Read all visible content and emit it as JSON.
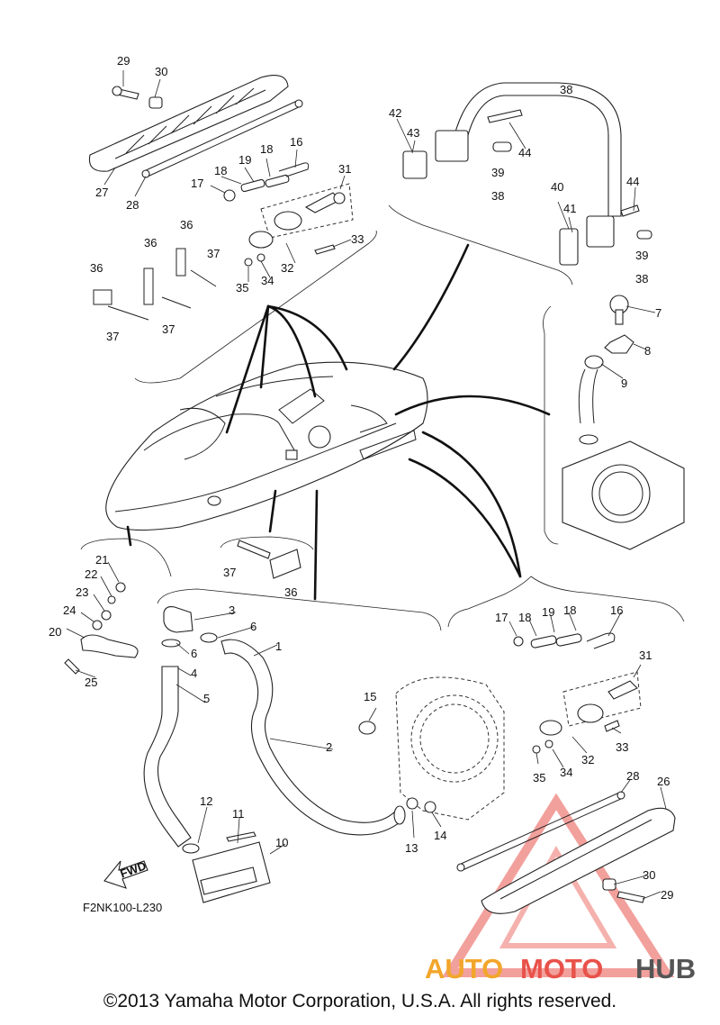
{
  "diagram": {
    "code": "F2NK100-L230",
    "fwd_label": "FWD",
    "copyright": "©2013 Yamaha Motor Corporation, U.S.A. All rights reserved.",
    "watermark": {
      "auto": "AUTO",
      "moto": "MOTO",
      "hub": "HUB",
      "colors": {
        "auto": "#f2a62b",
        "moto": "#e8524a",
        "hub": "#555555",
        "triangle": "#e8524a"
      }
    },
    "callouts": {
      "c1": "1",
      "c2": "2",
      "c3": "3",
      "c4": "4",
      "c5": "5",
      "c6a": "6",
      "c6b": "6",
      "c7": "7",
      "c8": "8",
      "c9": "9",
      "c10": "10",
      "c11": "11",
      "c12": "12",
      "c13": "13",
      "c14": "14",
      "c15": "15",
      "c16a": "16",
      "c16b": "16",
      "c17a": "17",
      "c17b": "17",
      "c18a": "18",
      "c18b": "18",
      "c18c": "18",
      "c18d": "18",
      "c19a": "19",
      "c19b": "19",
      "c20": "20",
      "c21": "21",
      "c22": "22",
      "c23": "23",
      "c24": "24",
      "c25": "25",
      "c26": "26",
      "c27": "27",
      "c28a": "28",
      "c28b": "28",
      "c29a": "29",
      "c29b": "29",
      "c30a": "30",
      "c30b": "30",
      "c31a": "31",
      "c31b": "31",
      "c32a": "32",
      "c32b": "32",
      "c33a": "33",
      "c33b": "33",
      "c34a": "34",
      "c34b": "34",
      "c35a": "35",
      "c35b": "35",
      "c36a": "36",
      "c36b": "36",
      "c36c": "36",
      "c36d": "36",
      "c37a": "37",
      "c37b": "37",
      "c37c": "37",
      "c37d": "37",
      "c38a": "38",
      "c38b": "38",
      "c38c": "38",
      "c39a": "39",
      "c39b": "39",
      "c40": "40",
      "c41": "41",
      "c42": "42",
      "c43": "43",
      "c44a": "44",
      "c44b": "44"
    }
  }
}
